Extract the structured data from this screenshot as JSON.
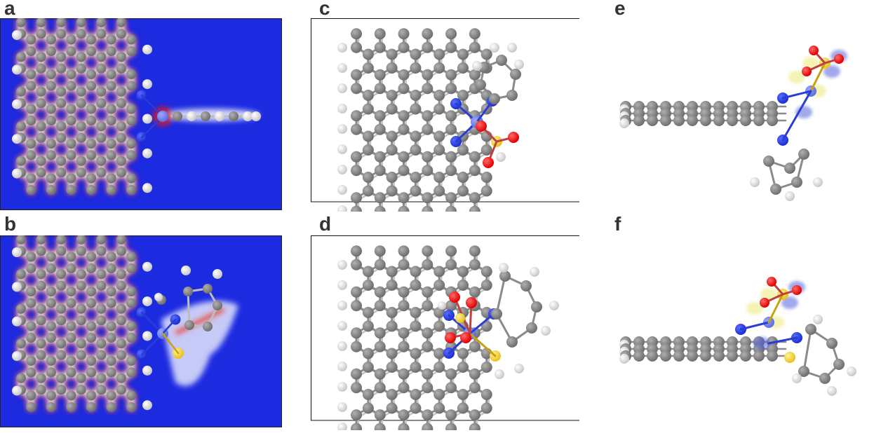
{
  "figure": {
    "panels": [
      {
        "id": "a",
        "label": "a",
        "kind": "charge-density-map",
        "view": "top",
        "ligand": "linear"
      },
      {
        "id": "b",
        "label": "b",
        "kind": "charge-density-map",
        "view": "top",
        "ligand": "sulfur-pyridyl"
      },
      {
        "id": "c",
        "label": "c",
        "kind": "ball-and-stick",
        "view": "top",
        "ligand": "sulfonate"
      },
      {
        "id": "d",
        "label": "d",
        "kind": "ball-and-stick",
        "view": "top",
        "ligand": "sulfonate-thioether"
      },
      {
        "id": "e",
        "label": "e",
        "kind": "charge-difference-isosurface",
        "view": "side"
      },
      {
        "id": "f",
        "label": "f",
        "kind": "charge-difference-isosurface",
        "view": "side"
      }
    ]
  },
  "atom_colors": {
    "carbon": "#6e6e6e",
    "hydrogen": "#f2f2f2",
    "nitrogen": "#1a2fd1",
    "oxygen": "#e00000",
    "sulfur": "#e8c21a",
    "metal": "#5d6fe0",
    "bond": "#8a8a8a",
    "nitrogen_bond": "#2a3cd6"
  },
  "map_colors": {
    "background": "#1c2ae0",
    "low": "#2030e6",
    "mid": "#ffffff",
    "high": "#e01818"
  },
  "isosurface_colors": {
    "accumulation": "#e8e86a",
    "depletion": "#4a55d8"
  }
}
